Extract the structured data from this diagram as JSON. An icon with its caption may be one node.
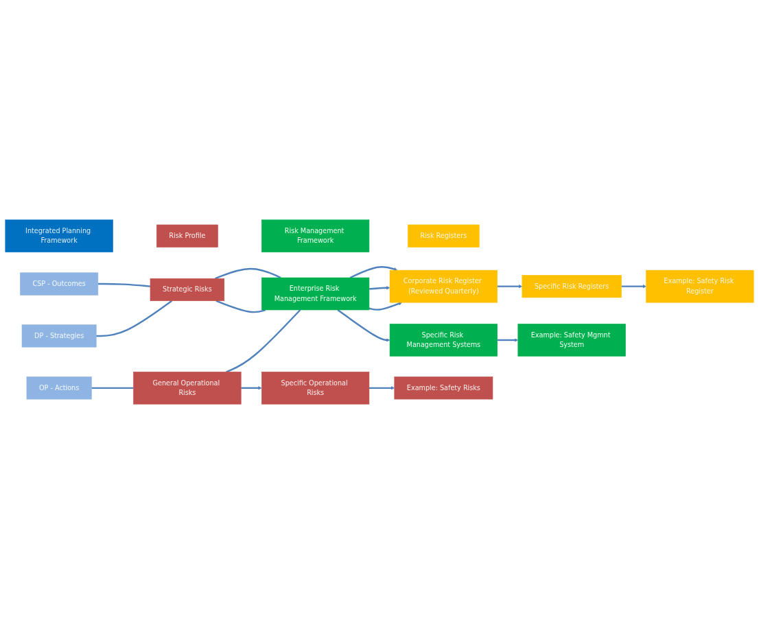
{
  "diagram": {
    "nodes": [
      {
        "text": [
          "Integrated Planning Framework"
        ]
      },
      {
        "text": [
          "Risk Profile"
        ]
      },
      {
        "text": [
          "Risk Management Framework"
        ]
      },
      {
        "text": [
          "Risk Registers"
        ]
      },
      {
        "text": [
          "CSP - Outcomes"
        ]
      },
      {
        "text": [
          "Strategic Risks"
        ]
      },
      {
        "text": [
          "Enterprise Risk Management Framework"
        ]
      },
      {
        "text": [
          "Corporate Risk Register (Reviewed Quarterly)"
        ]
      },
      {
        "text": [
          "DP - Strategies"
        ]
      },
      {
        "text": [
          "OP - Actions"
        ]
      },
      {
        "text": [
          "General Operational Risks"
        ]
      },
      {
        "text": [
          "Specific Operational Risks"
        ]
      },
      {
        "text": [
          "Specific Risk Management Systems"
        ]
      },
      {
        "text": [
          "Specific Risk Registers"
        ]
      },
      {
        "text": [
          "Example: Safety Risks"
        ]
      },
      {
        "text": [
          "Example: Safety Mgmnt System"
        ]
      },
      {
        "text": [
          "Example: Safety Risk Register"
        ]
      }
    ],
    "edges": [
      {
        "from": 4,
        "to": 5,
        "arrow": "none"
      },
      {
        "from": 5,
        "to": 6,
        "arrow": "none"
      },
      {
        "from": 6,
        "to": 7,
        "arrow": "to"
      },
      {
        "from": 8,
        "to": 5,
        "arrow": "none"
      },
      {
        "from": 5,
        "to": 6,
        "arrow": "none"
      },
      {
        "from": 6,
        "to": 7,
        "arrow": "to"
      },
      {
        "from": 9,
        "to": 10,
        "arrow": "none"
      },
      {
        "from": 10,
        "to": 6,
        "arrow": "none"
      },
      {
        "from": 6,
        "to": 7,
        "arrow": "to"
      },
      {
        "from": 10,
        "to": 11,
        "arrow": "to"
      },
      {
        "from": 11,
        "to": 14,
        "arrow": "to"
      },
      {
        "from": 6,
        "to": 12,
        "arrow": "to"
      },
      {
        "from": 12,
        "to": 15,
        "arrow": "to"
      },
      {
        "from": 7,
        "to": 13,
        "arrow": "to"
      },
      {
        "from": 13,
        "to": 16,
        "arrow": "to"
      }
    ]
  }
}
